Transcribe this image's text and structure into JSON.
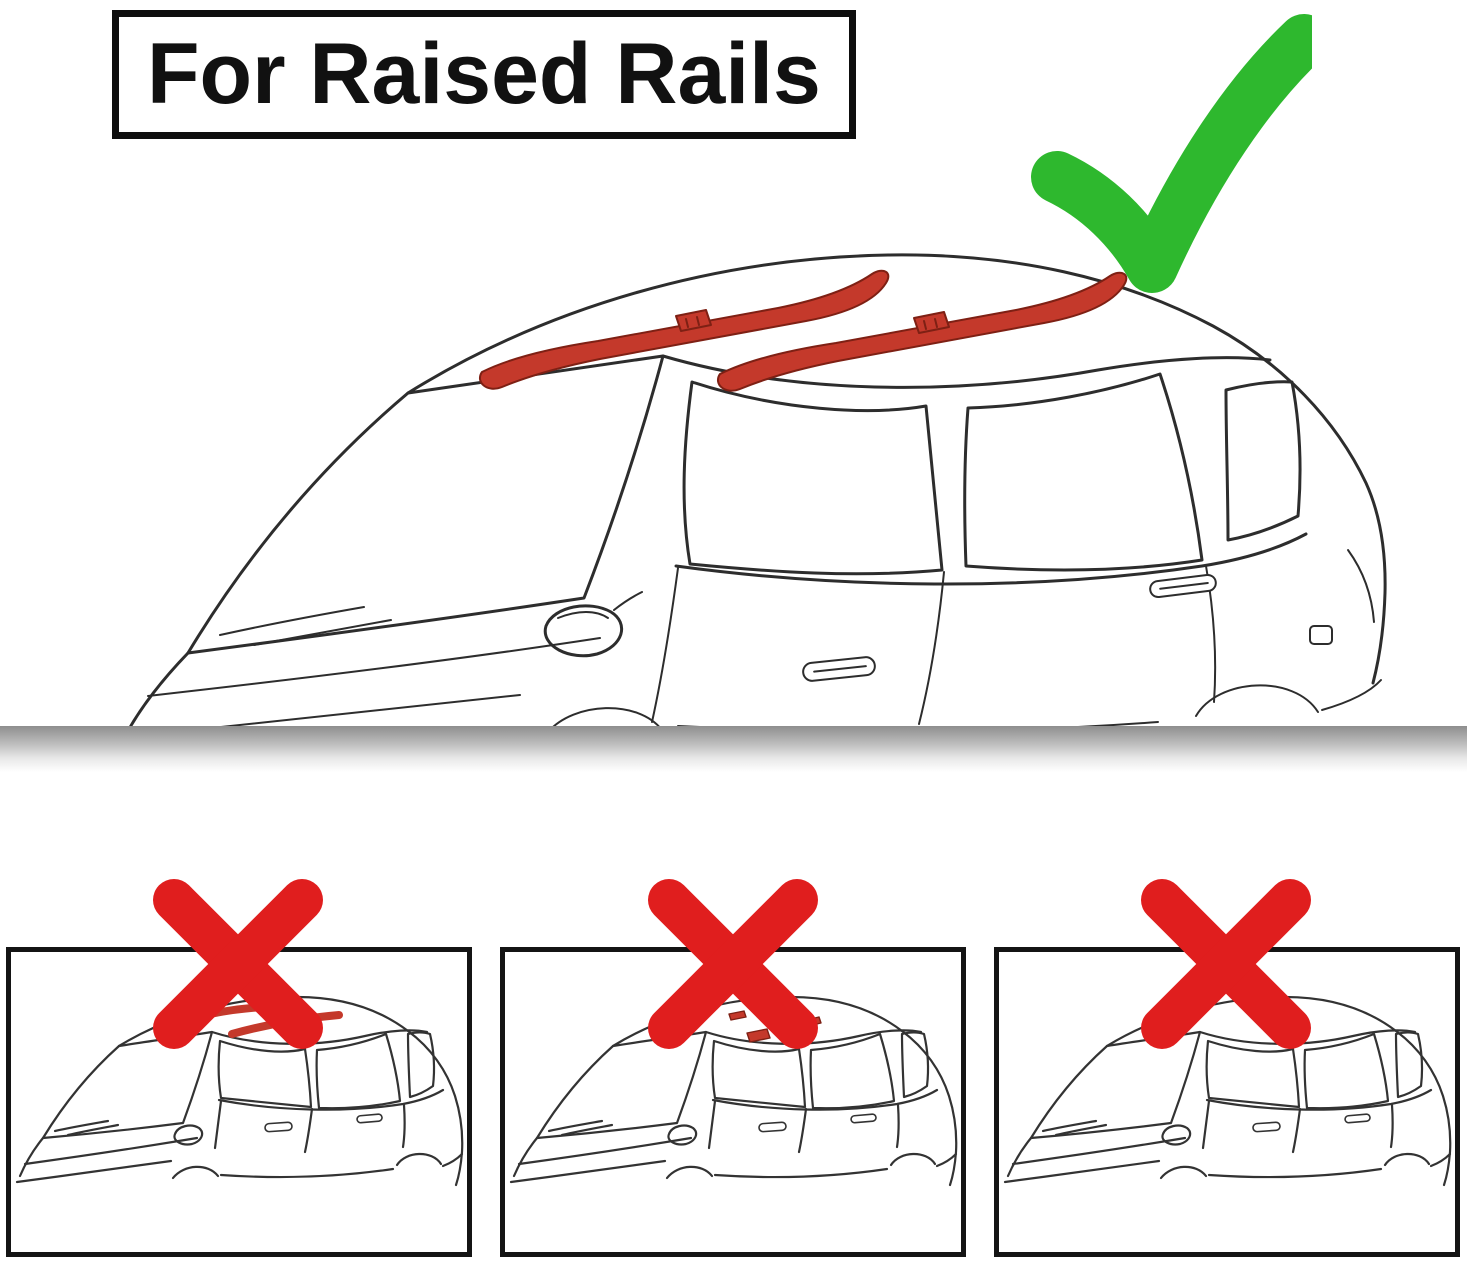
{
  "header": {
    "title": "For Raised Rails"
  },
  "colors": {
    "check_green": "#2eb82e",
    "cross_red": "#e01e1e",
    "rail_red": "#c4392b",
    "line_dark": "#2d2d2d",
    "border_black": "#141414"
  },
  "sections": {
    "approved": {
      "mark": "check-icon",
      "diagram": "sedan-with-raised-roof-rails"
    },
    "rejected_panels": [
      {
        "mark": "cross-icon",
        "diagram": "sedan-with-flush-rails"
      },
      {
        "mark": "cross-icon",
        "diagram": "sedan-with-fixed-mount-points"
      },
      {
        "mark": "cross-icon",
        "diagram": "sedan-with-bare-roof"
      }
    ]
  }
}
